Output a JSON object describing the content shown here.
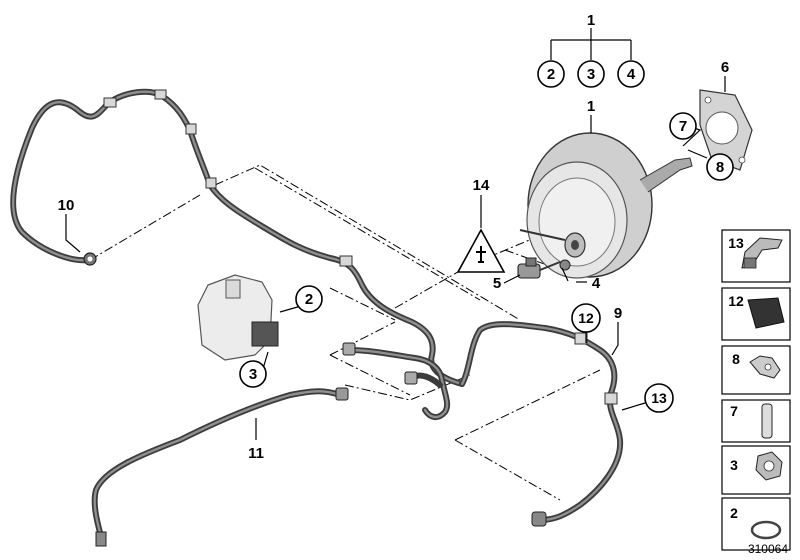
{
  "labels": {
    "l1_top": "1",
    "l2_top": "2",
    "l3_top": "3",
    "l4_top": "4",
    "l1_booster": "1",
    "l6": "6",
    "l7": "7",
    "l8": "8",
    "l14": "14",
    "l5": "5",
    "l4": "4",
    "l10": "10",
    "l2": "2",
    "l3": "3",
    "l11": "11",
    "l12": "12",
    "l9": "9",
    "l13": "13"
  },
  "side_panel": [
    "13",
    "12",
    "8",
    "7",
    "3",
    "2"
  ],
  "doc_number": "310064"
}
